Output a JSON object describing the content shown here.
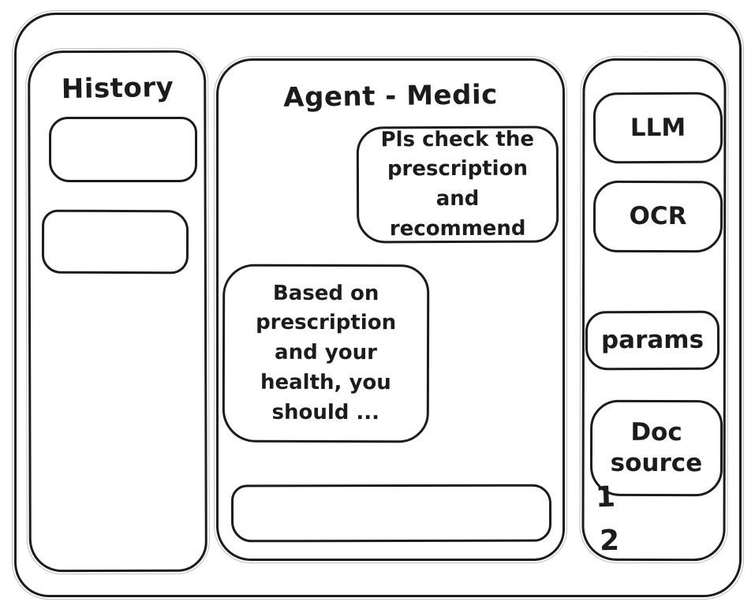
{
  "colors": {
    "stroke": "#1c1c1c",
    "background": "#ffffff"
  },
  "history": {
    "title": "History",
    "items": [
      {
        "label": ""
      },
      {
        "label": ""
      }
    ]
  },
  "main": {
    "title": "Agent - Medic",
    "messages": [
      {
        "role": "user",
        "text": "Pls check the prescription and recommend"
      },
      {
        "role": "assistant",
        "text": "Based on prescription and your health, you should ..."
      }
    ],
    "input": {
      "value": "",
      "placeholder": ""
    }
  },
  "tools": {
    "buttons": [
      {
        "id": "llm",
        "label": "LLM"
      },
      {
        "id": "ocr",
        "label": "OCR"
      },
      {
        "id": "params",
        "label": "params"
      },
      {
        "id": "doc-source",
        "label": "Doc source"
      }
    ],
    "source_items": [
      "1",
      "2"
    ]
  }
}
